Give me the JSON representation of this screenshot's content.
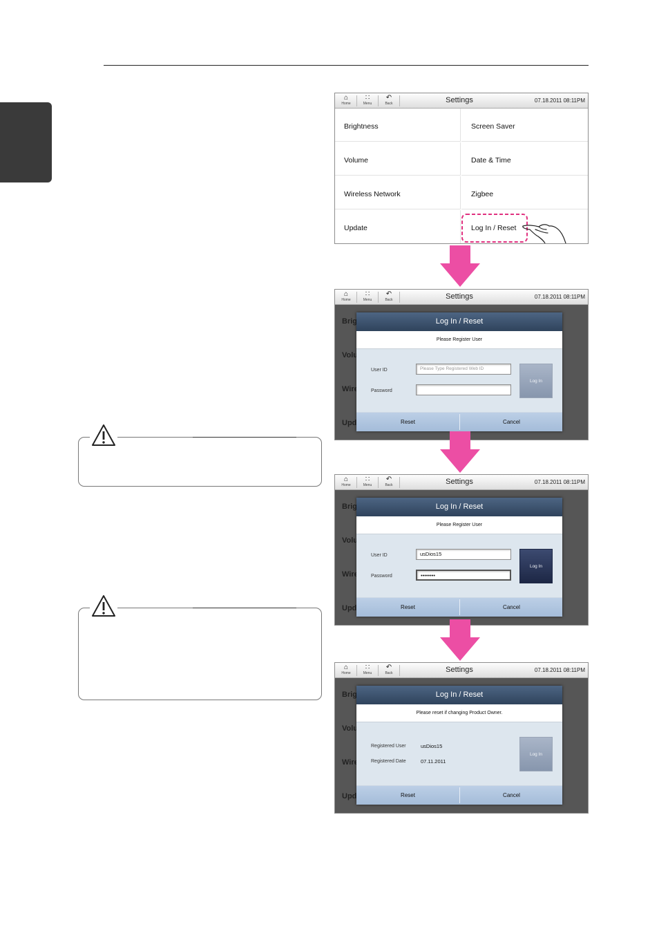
{
  "nav": {
    "home_icon": "home-icon",
    "home_label": "Home",
    "menu_icon": "menu-grid-icon",
    "menu_label": "Menu",
    "back_icon": "back-arrow-icon",
    "back_label": "Back"
  },
  "screens": [
    {
      "title": "Settings",
      "datetime": "07.18.2011 08:11PM",
      "items": [
        "Brightness",
        "Screen Saver",
        "Volume",
        "Date & Time",
        "Wireless Network",
        "Zigbee",
        "Update",
        "Log In / Reset"
      ]
    },
    {
      "title": "Settings",
      "datetime": "07.18.2011 08:11PM",
      "bg_items": [
        "Brig",
        "Volu",
        "Wire",
        "Upd"
      ],
      "dialog": {
        "title": "Log In / Reset",
        "message": "Please Register User",
        "user_id_label": "User ID",
        "user_id_placeholder": "Please Type Registered Web ID",
        "password_label": "Password",
        "login_label": "Log In",
        "reset_label": "Reset",
        "cancel_label": "Cancel"
      }
    },
    {
      "title": "Settings",
      "datetime": "07.18.2011 08:11PM",
      "bg_items": [
        "Brig",
        "Volu",
        "Wire",
        "Upd"
      ],
      "dialog": {
        "title": "Log In / Reset",
        "message": "Please Register User",
        "user_id_label": "User ID",
        "user_id_value": "usDios15",
        "password_label": "Password",
        "password_value": "••••••••",
        "login_label": "Log In",
        "reset_label": "Reset",
        "cancel_label": "Cancel"
      }
    },
    {
      "title": "Settings",
      "datetime": "07.18.2011 08:11PM",
      "bg_items": [
        "Brig",
        "Volu",
        "Wire",
        "Upd"
      ],
      "dialog": {
        "title": "Log In / Reset",
        "message": "Please reset if changing Product Owner.",
        "registered_user_label": "Registered User",
        "registered_user_value": "usDios15",
        "registered_date_label": "Registered Date",
        "registered_date_value": "07.11.2011",
        "login_label": "Log In",
        "reset_label": "Reset",
        "cancel_label": "Cancel"
      }
    }
  ],
  "colors": {
    "arrow": "#ec4ea4",
    "highlight": "#e0307f",
    "dialog_header": "#3a5070",
    "tab": "#3a3a3a"
  },
  "icons": {
    "caution": "caution-triangle-icon",
    "arrow": "down-arrow-icon",
    "hand": "pointing-hand-icon"
  }
}
